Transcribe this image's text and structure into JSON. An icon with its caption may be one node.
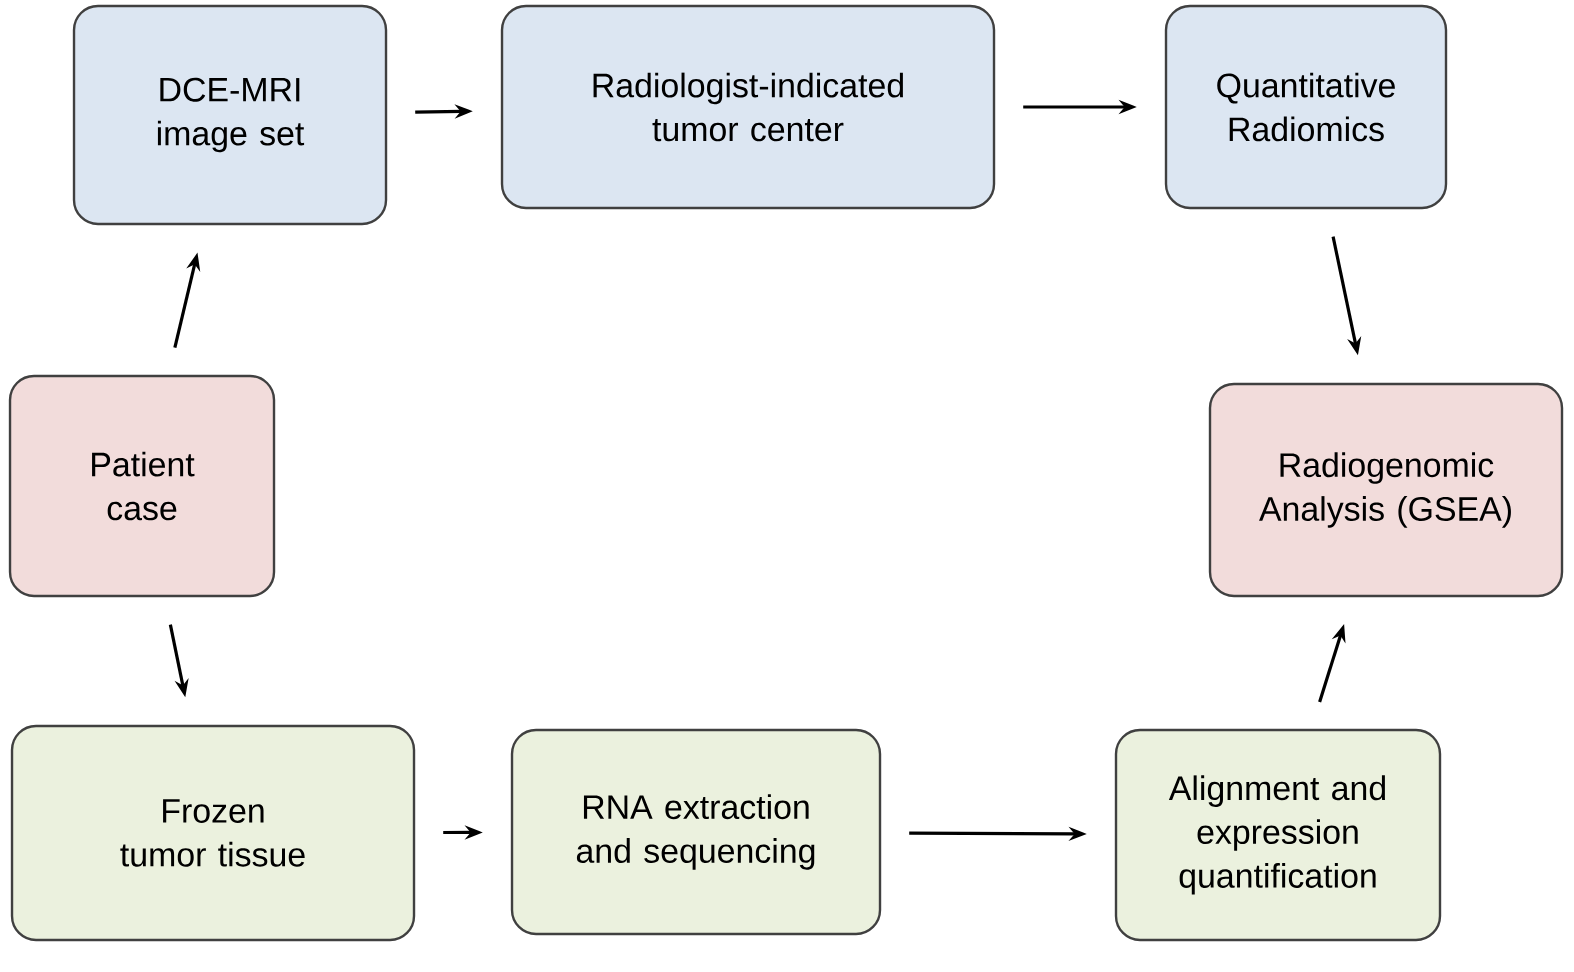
{
  "diagram": {
    "nodes": [
      {
        "text": [
          "Patient case"
        ]
      },
      {
        "text": [
          "DCE-MRI image set"
        ]
      },
      {
        "text": [
          "Radiologist-indicated tumor center"
        ]
      },
      {
        "text": [
          "Quantitative Radiomics"
        ]
      },
      {
        "text": [
          "Radiogenomic Analysis (GSEA)"
        ]
      },
      {
        "text": [
          "Frozen tumor tissue"
        ]
      },
      {
        "text": [
          "RNA extraction and sequencing"
        ]
      },
      {
        "text": [
          "Alignment and expression quantification"
        ]
      }
    ],
    "edges": [
      {
        "from": 0,
        "to": 1,
        "arrow": "to"
      },
      {
        "from": 1,
        "to": 2,
        "arrow": "to"
      },
      {
        "from": 2,
        "to": 3,
        "arrow": "to"
      },
      {
        "from": 3,
        "to": 4,
        "arrow": "to"
      },
      {
        "from": 0,
        "to": 5,
        "arrow": "to"
      },
      {
        "from": 5,
        "to": 6,
        "arrow": "to"
      },
      {
        "from": 6,
        "to": 7,
        "arrow": "to"
      },
      {
        "from": 7,
        "to": 4,
        "arrow": "to"
      }
    ]
  }
}
